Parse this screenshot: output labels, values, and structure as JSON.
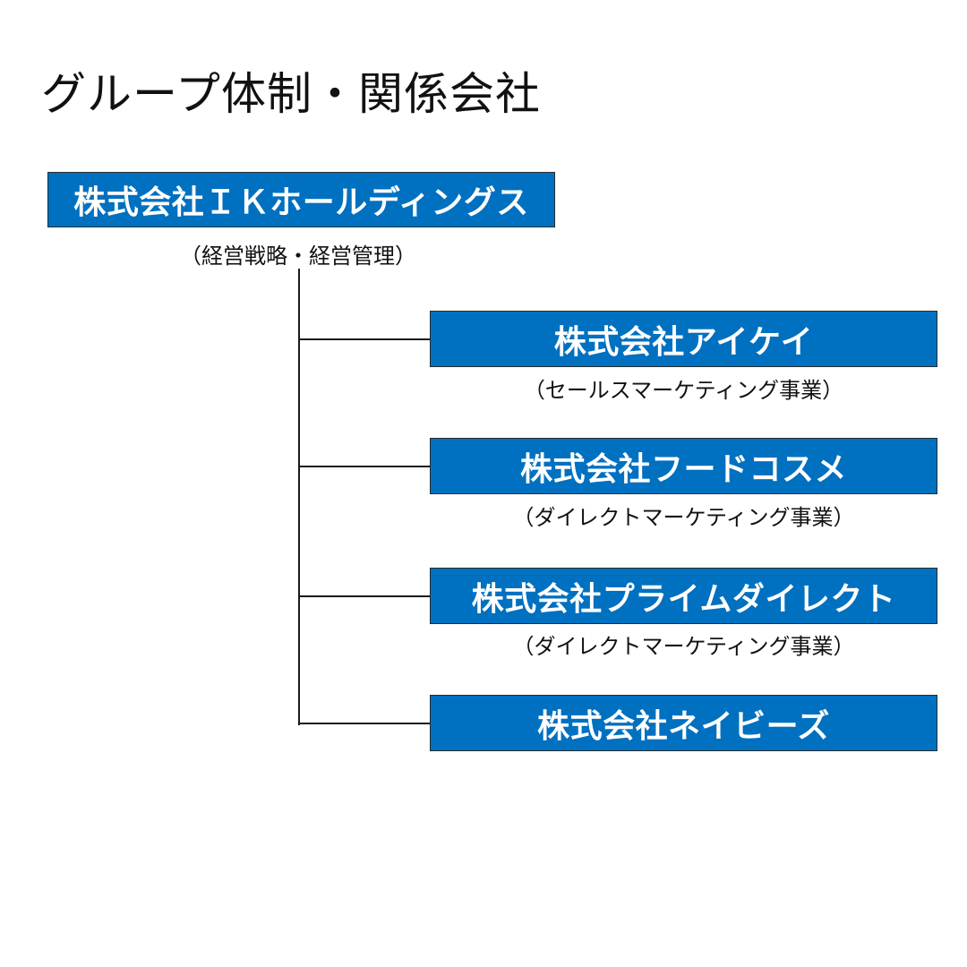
{
  "title": "グループ体制・関係会社",
  "parent": {
    "name": "株式会社ＩＫホールディングス",
    "role": "（経営戦略・経営管理）"
  },
  "subsidiaries": [
    {
      "name": "株式会社アイケイ",
      "role": "（セールスマーケティング事業）"
    },
    {
      "name": "株式会社フードコスメ",
      "role": "（ダイレクトマーケティング事業）"
    },
    {
      "name": "株式会社プライムダイレクト",
      "role": "（ダイレクトマーケティング事業）"
    },
    {
      "name": "株式会社ネイビーズ"
    }
  ],
  "colors": {
    "box_fill": "#0070c0",
    "box_text": "#ffffff",
    "line": "#1a1a1a"
  }
}
